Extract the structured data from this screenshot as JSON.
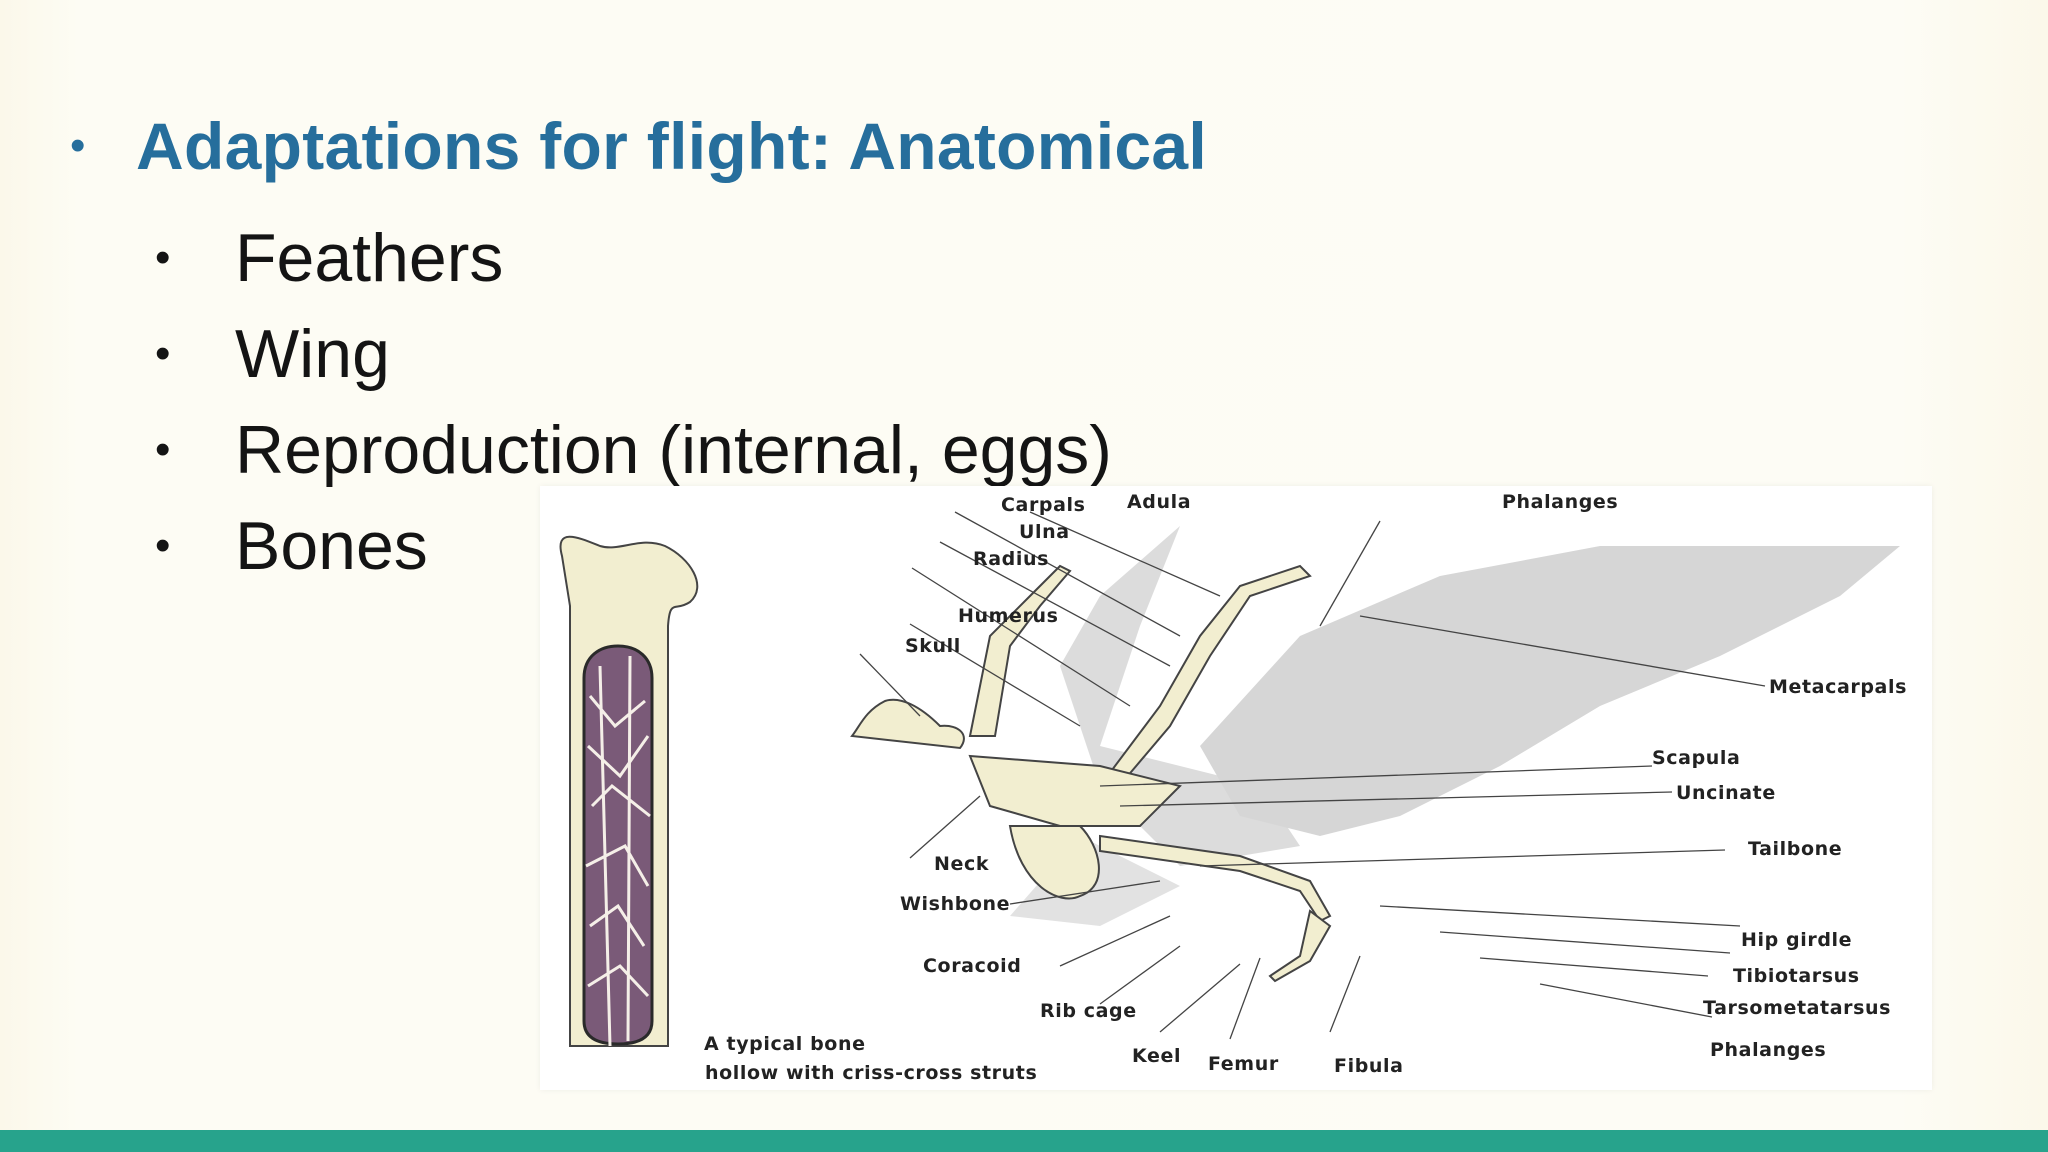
{
  "slide": {
    "title_bullet": "•",
    "title": "Adaptations for flight: Anatomical",
    "bullet_glyph": "•",
    "items": [
      "Feathers",
      "Wing",
      "Reproduction (internal, eggs)",
      "Bones"
    ]
  },
  "diagram": {
    "bone_caption_line1": "A typical bone",
    "bone_caption_line2": "hollow with criss-cross struts",
    "labels": {
      "carpals": "Carpals",
      "adula": "Adula",
      "phalanges_top": "Phalanges",
      "ulna": "Ulna",
      "radius": "Radius",
      "humerus": "Humerus",
      "skull": "Skull",
      "metacarpals": "Metacarpals",
      "scapula": "Scapula",
      "uncinate": "Uncinate",
      "tailbone": "Tailbone",
      "neck": "Neck",
      "wishbone": "Wishbone",
      "coracoid": "Coracoid",
      "rib_cage": "Rib cage",
      "keel": "Keel",
      "femur": "Femur",
      "fibula": "Fibula",
      "hip_girdle": "Hip girdle",
      "tibiotarsus": "Tibiotarsus",
      "tarsometatarsus": "Tarsometatarsus",
      "phalanges_bottom": "Phalanges"
    }
  },
  "colors": {
    "title": "#266e9c",
    "accent_bar": "#27a38c",
    "marrow": "#7a5a78"
  }
}
